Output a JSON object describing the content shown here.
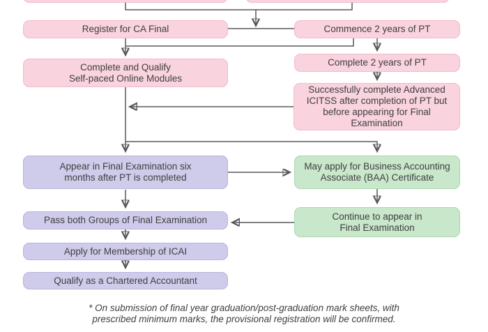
{
  "diagram": {
    "type": "flowchart",
    "subject": "CA qualification pathway",
    "nodes": [
      {
        "id": "top_left_cropped",
        "lines": [],
        "color": "pink"
      },
      {
        "id": "top_right_cropped",
        "lines": [],
        "color": "pink"
      },
      {
        "id": "register_ca_final",
        "lines": [
          "Register for CA Final"
        ],
        "color": "pink"
      },
      {
        "id": "commence_pt",
        "lines": [
          "Commence 2 years of PT"
        ],
        "color": "pink"
      },
      {
        "id": "self_paced_modules",
        "lines": [
          "Complete and Qualify",
          "Self-paced Online Modules"
        ],
        "color": "pink"
      },
      {
        "id": "complete_pt",
        "lines": [
          "Complete 2 years of PT"
        ],
        "color": "pink"
      },
      {
        "id": "advanced_icitss",
        "lines": [
          "Successfully complete Advanced",
          "ICITSS after completion of PT but",
          "before appearing for Final",
          "Examination"
        ],
        "color": "pink"
      },
      {
        "id": "appear_final_exam",
        "lines": [
          "Appear in Final Examination six",
          "months after PT is completed"
        ],
        "color": "purple"
      },
      {
        "id": "baa_certificate",
        "lines": [
          "May apply for Business Accounting",
          "Associate (BAA) Certificate"
        ],
        "color": "green"
      },
      {
        "id": "pass_both_groups",
        "lines": [
          "Pass both Groups of Final Examination"
        ],
        "color": "purple"
      },
      {
        "id": "continue_final_exam",
        "lines": [
          "Continue to appear in",
          "Final Examination"
        ],
        "color": "green"
      },
      {
        "id": "membership_icai",
        "lines": [
          "Apply for Membership of ICAI"
        ],
        "color": "purple"
      },
      {
        "id": "qualify_ca",
        "lines": [
          "Qualify as a Chartered Accountant"
        ],
        "color": "purple"
      }
    ],
    "edges": [
      {
        "from": "top_left_cropped",
        "to": "register_commence_junction"
      },
      {
        "from": "top_right_cropped",
        "to": "register_commence_junction"
      },
      {
        "from": "register_ca_final",
        "to": "commence_pt",
        "style": "plain-link"
      },
      {
        "from": "register_ca_final",
        "to": "self_paced_modules"
      },
      {
        "from": "commence_pt",
        "to": "self_paced_modules"
      },
      {
        "from": "commence_pt",
        "to": "complete_pt"
      },
      {
        "from": "complete_pt",
        "to": "advanced_icitss"
      },
      {
        "from": "advanced_icitss",
        "to": "appear_final_exam"
      },
      {
        "from": "self_paced_modules",
        "to": "appear_final_exam"
      },
      {
        "from": "self_paced_modules",
        "to": "baa_certificate"
      },
      {
        "from": "appear_final_exam",
        "to": "baa_certificate"
      },
      {
        "from": "appear_final_exam",
        "to": "pass_both_groups"
      },
      {
        "from": "baa_certificate",
        "to": "continue_final_exam"
      },
      {
        "from": "continue_final_exam",
        "to": "pass_both_groups"
      },
      {
        "from": "pass_both_groups",
        "to": "membership_icai"
      },
      {
        "from": "membership_icai",
        "to": "qualify_ca"
      }
    ]
  },
  "footnote": {
    "lines": [
      "* On submission of final year graduation/post-graduation mark sheets, with",
      "prescribed minimum marks, the provisional registration will be confirmed."
    ]
  },
  "colors": {
    "pink": "#f9d3de",
    "purple": "#cfcbea",
    "green": "#c9e7cb",
    "line": "#58585a",
    "text": "#3e3e40",
    "background": "#ffffff"
  }
}
